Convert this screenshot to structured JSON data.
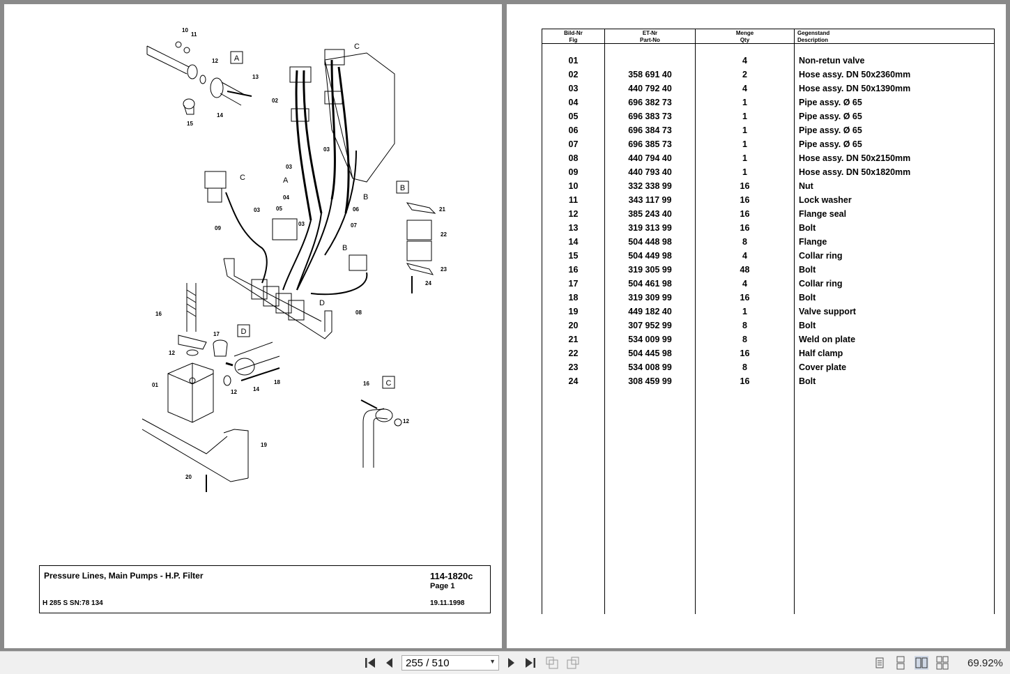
{
  "drawing": {
    "title": "Pressure Lines, Main Pumps - H.P. Filter",
    "code": "114-1820c",
    "page_label": "Page 1",
    "model": "H 285 S SN:78 134",
    "date": "19.11.1998",
    "callouts": [
      "A",
      "B",
      "C",
      "D"
    ],
    "labels": [
      "01",
      "02",
      "03",
      "04",
      "05",
      "06",
      "07",
      "08",
      "09",
      "10",
      "11",
      "12",
      "13",
      "14",
      "15",
      "16",
      "17",
      "18",
      "19",
      "20",
      "21",
      "22",
      "23",
      "24"
    ]
  },
  "parts_table": {
    "headers": {
      "fig_de": "Bild-Nr",
      "fig_en": "Fig",
      "part_de": "ET-Nr",
      "part_en": "Part-No",
      "qty_de": "Menge",
      "qty_en": "Qty",
      "desc_de": "Gegenstand",
      "desc_en": "Description"
    },
    "rows": [
      {
        "fig": "01",
        "part": "",
        "qty": "4",
        "desc": "Non-retun valve"
      },
      {
        "fig": "02",
        "part": "358 691 40",
        "qty": "2",
        "desc": "Hose assy. DN 50x2360mm"
      },
      {
        "fig": "03",
        "part": "440 792 40",
        "qty": "4",
        "desc": "Hose assy. DN 50x1390mm"
      },
      {
        "fig": "04",
        "part": "696 382 73",
        "qty": "1",
        "desc": "Pipe assy. Ø 65"
      },
      {
        "fig": "05",
        "part": "696 383 73",
        "qty": "1",
        "desc": "Pipe assy. Ø 65"
      },
      {
        "fig": "06",
        "part": "696 384 73",
        "qty": "1",
        "desc": "Pipe assy. Ø 65"
      },
      {
        "fig": "07",
        "part": "696 385 73",
        "qty": "1",
        "desc": "Pipe assy. Ø 65"
      },
      {
        "fig": "08",
        "part": "440 794 40",
        "qty": "1",
        "desc": "Hose assy. DN 50x2150mm"
      },
      {
        "fig": "09",
        "part": "440 793 40",
        "qty": "1",
        "desc": "Hose assy. DN 50x1820mm"
      },
      {
        "fig": "10",
        "part": "332 338 99",
        "qty": "16",
        "desc": "Nut"
      },
      {
        "fig": "11",
        "part": "343 117 99",
        "qty": "16",
        "desc": "Lock washer"
      },
      {
        "fig": "12",
        "part": "385 243 40",
        "qty": "16",
        "desc": "Flange seal"
      },
      {
        "fig": "13",
        "part": "319 313 99",
        "qty": "16",
        "desc": "Bolt"
      },
      {
        "fig": "14",
        "part": "504 448 98",
        "qty": "8",
        "desc": "Flange"
      },
      {
        "fig": "15",
        "part": "504 449 98",
        "qty": "4",
        "desc": "Collar ring"
      },
      {
        "fig": "16",
        "part": "319 305 99",
        "qty": "48",
        "desc": "Bolt"
      },
      {
        "fig": "17",
        "part": "504 461 98",
        "qty": "4",
        "desc": "Collar ring"
      },
      {
        "fig": "18",
        "part": "319 309 99",
        "qty": "16",
        "desc": "Bolt"
      },
      {
        "fig": "19",
        "part": "449 182 40",
        "qty": "1",
        "desc": "Valve support"
      },
      {
        "fig": "20",
        "part": "307 952 99",
        "qty": "8",
        "desc": "Bolt"
      },
      {
        "fig": "21",
        "part": "534 009 99",
        "qty": "8",
        "desc": "Weld on plate"
      },
      {
        "fig": "22",
        "part": "504 445 98",
        "qty": "16",
        "desc": "Half clamp"
      },
      {
        "fig": "23",
        "part": "534 008 99",
        "qty": "8",
        "desc": "Cover plate"
      },
      {
        "fig": "24",
        "part": "308 459 99",
        "qty": "16",
        "desc": "Bolt"
      }
    ]
  },
  "viewer": {
    "page_indicator": "255 / 510",
    "zoom": "69.92%",
    "icons": [
      "first-page-icon",
      "prev-page-icon",
      "next-page-icon",
      "last-page-icon",
      "rotate-back-icon",
      "rotate-forward-icon",
      "single-page-view-icon",
      "continuous-view-icon",
      "two-page-view-icon",
      "two-page-continuous-view-icon"
    ]
  }
}
